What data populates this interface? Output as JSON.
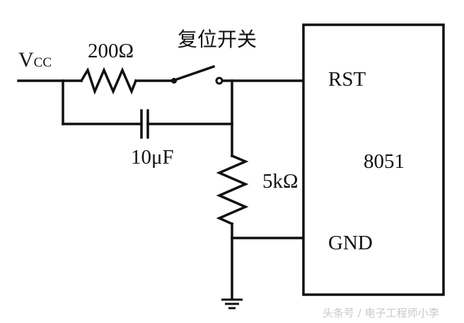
{
  "diagram": {
    "vcc": {
      "main": "V",
      "sub": "CC"
    },
    "r1_label": "200Ω",
    "switch_label": "复位开关",
    "c1_label": "10μF",
    "r2_label": "5kΩ",
    "chip": {
      "name": "8051",
      "pin_rst": "RST",
      "pin_gnd": "GND"
    },
    "watermark": "头条号 / 电子工程师小李"
  }
}
